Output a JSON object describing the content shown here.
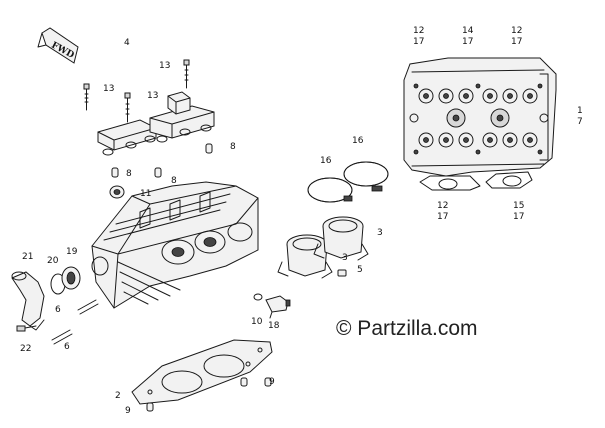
{
  "arrow_label": "FWD",
  "callouts": {
    "c4": "4",
    "c13a": "13",
    "c13b": "13",
    "c13c": "13",
    "c8a": "8",
    "c8b": "8",
    "c8c": "8",
    "c11": "11",
    "c16a": "16",
    "c16b": "16",
    "c3a": "3",
    "c3b": "3",
    "c5": "5",
    "c21": "21",
    "c20": "20",
    "c19": "19",
    "c6a": "6",
    "c6b": "6",
    "c22": "22",
    "c10": "10",
    "c18": "18",
    "c2": "2",
    "c9a": "9",
    "c9b": "9",
    "c12a": "12",
    "c17a": "17",
    "c14": "14",
    "c17b": "17",
    "c12b": "12",
    "c17c": "17",
    "c1": "1",
    "c7": "7",
    "c12c": "12",
    "c17d": "17",
    "c15": "15",
    "c17e": "17"
  },
  "watermark": "© Partzilla.com"
}
